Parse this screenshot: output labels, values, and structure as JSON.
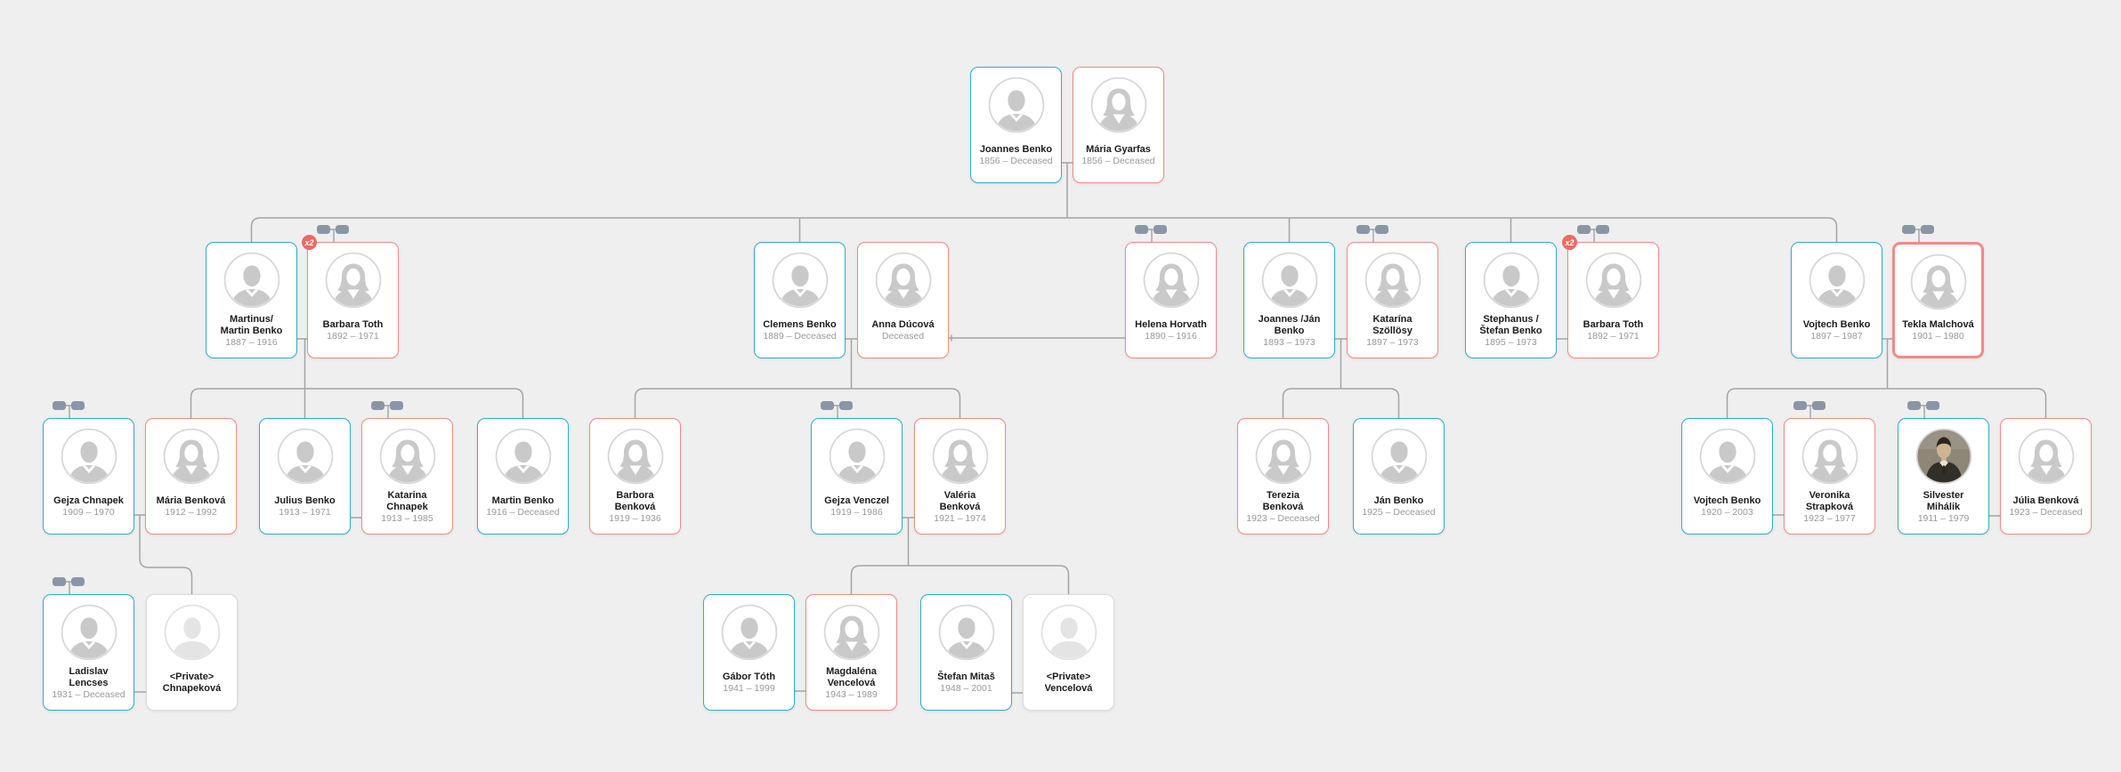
{
  "labels": {
    "x2_badge": "x2"
  },
  "colors": {
    "background": "#efeff0",
    "male_border": "#2fadcb",
    "female_border": "#f18a84",
    "private_border": "#dadada",
    "connector": "#a4a4a4",
    "duplicate_badge": "#ed6a64",
    "couple_icon": "#8b96a5"
  },
  "persons": {
    "joannes_benko": {
      "name": "Joannes Benko",
      "lifespan": "1856 – Deceased",
      "gender": "male"
    },
    "maria_gyarfas": {
      "name": "Mária Gyarfas",
      "lifespan": "1856 – Deceased",
      "gender": "female"
    },
    "martinus_martin_benko": {
      "name": "Martinus/\nMartin Benko",
      "lifespan": "1887 – 1916",
      "gender": "male"
    },
    "barbara_toth_1": {
      "name": "Barbara Toth",
      "lifespan": "1892 – 1971",
      "gender": "female",
      "duplicate": true
    },
    "clemens_benko": {
      "name": "Clemens Benko",
      "lifespan": "1889 – Deceased",
      "gender": "male"
    },
    "anna_ducova": {
      "name": "Anna Dúcová",
      "lifespan": "Deceased",
      "gender": "female"
    },
    "helena_horvath": {
      "name": "Helena Horvath",
      "lifespan": "1890 – 1916",
      "gender": "female"
    },
    "joannes_jan_benko": {
      "name": "Joannes /Ján\nBenko",
      "lifespan": "1893 – 1973",
      "gender": "male"
    },
    "katarina_szollosy": {
      "name": "Katarína\nSzöllösy",
      "lifespan": "1897 – 1973",
      "gender": "female"
    },
    "stephanus_stefan_benko": {
      "name": "Stephanus /\nŠtefan Benko",
      "lifespan": "1895 – 1973",
      "gender": "male"
    },
    "barbara_toth_2": {
      "name": "Barbara Toth",
      "lifespan": "1892 – 1971",
      "gender": "female",
      "duplicate": true
    },
    "vojtech_benko_sr": {
      "name": "Vojtech Benko",
      "lifespan": "1897 – 1987",
      "gender": "male"
    },
    "tekla_malchova": {
      "name": "Tekla Malchová",
      "lifespan": "1901 – 1980",
      "gender": "female",
      "selected": true
    },
    "gejza_chnapek": {
      "name": "Gejza Chnapek",
      "lifespan": "1909 – 1970",
      "gender": "male"
    },
    "maria_benkova": {
      "name": "Mária Benková",
      "lifespan": "1912 – 1992",
      "gender": "female"
    },
    "julius_benko": {
      "name": "Julius Benko",
      "lifespan": "1913 – 1971",
      "gender": "male"
    },
    "katarina_chnapek": {
      "name": "Katarina\nChnapek",
      "lifespan": "1913 – 1985",
      "gender": "female"
    },
    "martin_benko": {
      "name": "Martin Benko",
      "lifespan": "1916 – Deceased",
      "gender": "male"
    },
    "barbora_benkova": {
      "name": "Barbora\nBenková",
      "lifespan": "1919 – 1936",
      "gender": "female"
    },
    "gejza_venczel": {
      "name": "Gejza Venczel",
      "lifespan": "1919 – 1986",
      "gender": "male"
    },
    "valeria_benkova": {
      "name": "Valéria\nBenková",
      "lifespan": "1921 – 1974",
      "gender": "female"
    },
    "terezia_benkova": {
      "name": "Terezia\nBenková",
      "lifespan": "1923 – Deceased",
      "gender": "female"
    },
    "jan_benko": {
      "name": "Ján Benko",
      "lifespan": "1925 – Deceased",
      "gender": "male"
    },
    "vojtech_benko_jr": {
      "name": "Vojtech Benko",
      "lifespan": "1920 – 2003",
      "gender": "male"
    },
    "veronika_strapkova": {
      "name": "Veronika\nStrapková",
      "lifespan": "1923 – 1977",
      "gender": "female"
    },
    "silvester_mihalik": {
      "name": "Silvester\nMihálik",
      "lifespan": "1911 – 1979",
      "gender": "male",
      "photo": true
    },
    "julia_benkova": {
      "name": "Júlia Benková",
      "lifespan": "1923 – Deceased",
      "gender": "female"
    },
    "ladislav_lencses": {
      "name": "Ladislav\nLencses",
      "lifespan": "1931 – Deceased",
      "gender": "male"
    },
    "private_chnapekova": {
      "name": "<Private>\nChnapeková",
      "lifespan": "",
      "gender": "private"
    },
    "gabor_toth": {
      "name": "Gábor Tóth",
      "lifespan": "1941 – 1999",
      "gender": "male"
    },
    "magdalena_vencelova": {
      "name": "Magdaléna\nVencelová",
      "lifespan": "1943 – 1989",
      "gender": "female"
    },
    "stefan_mitas": {
      "name": "Štefan Mitaš",
      "lifespan": "1948 – 2001",
      "gender": "male"
    },
    "private_vencelova": {
      "name": "<Private>\nVencelová",
      "lifespan": "",
      "gender": "private"
    }
  }
}
